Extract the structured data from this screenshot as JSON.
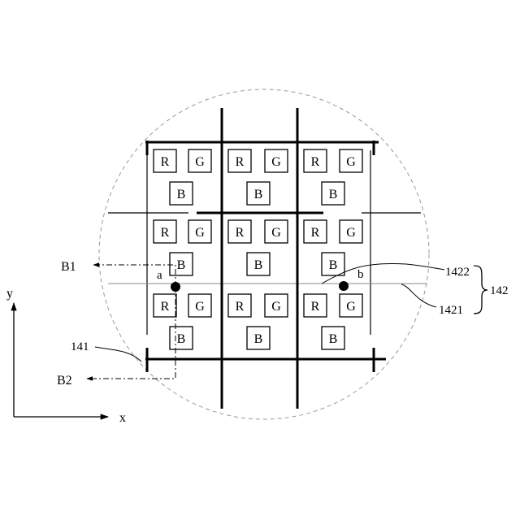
{
  "figure": {
    "subpixels": {
      "red": "R",
      "green": "G",
      "blue": "B"
    },
    "labels": {
      "b1": "B1",
      "b2": "B2",
      "a": "a",
      "b": "b",
      "ref_141": "141",
      "ref_1422": "1422",
      "ref_1421": "1421",
      "ref_142": "142"
    },
    "axes": {
      "x": "x",
      "y": "y"
    }
  },
  "colors": {
    "stroke": "#000000",
    "circle": "#999999",
    "background": "#ffffff"
  }
}
